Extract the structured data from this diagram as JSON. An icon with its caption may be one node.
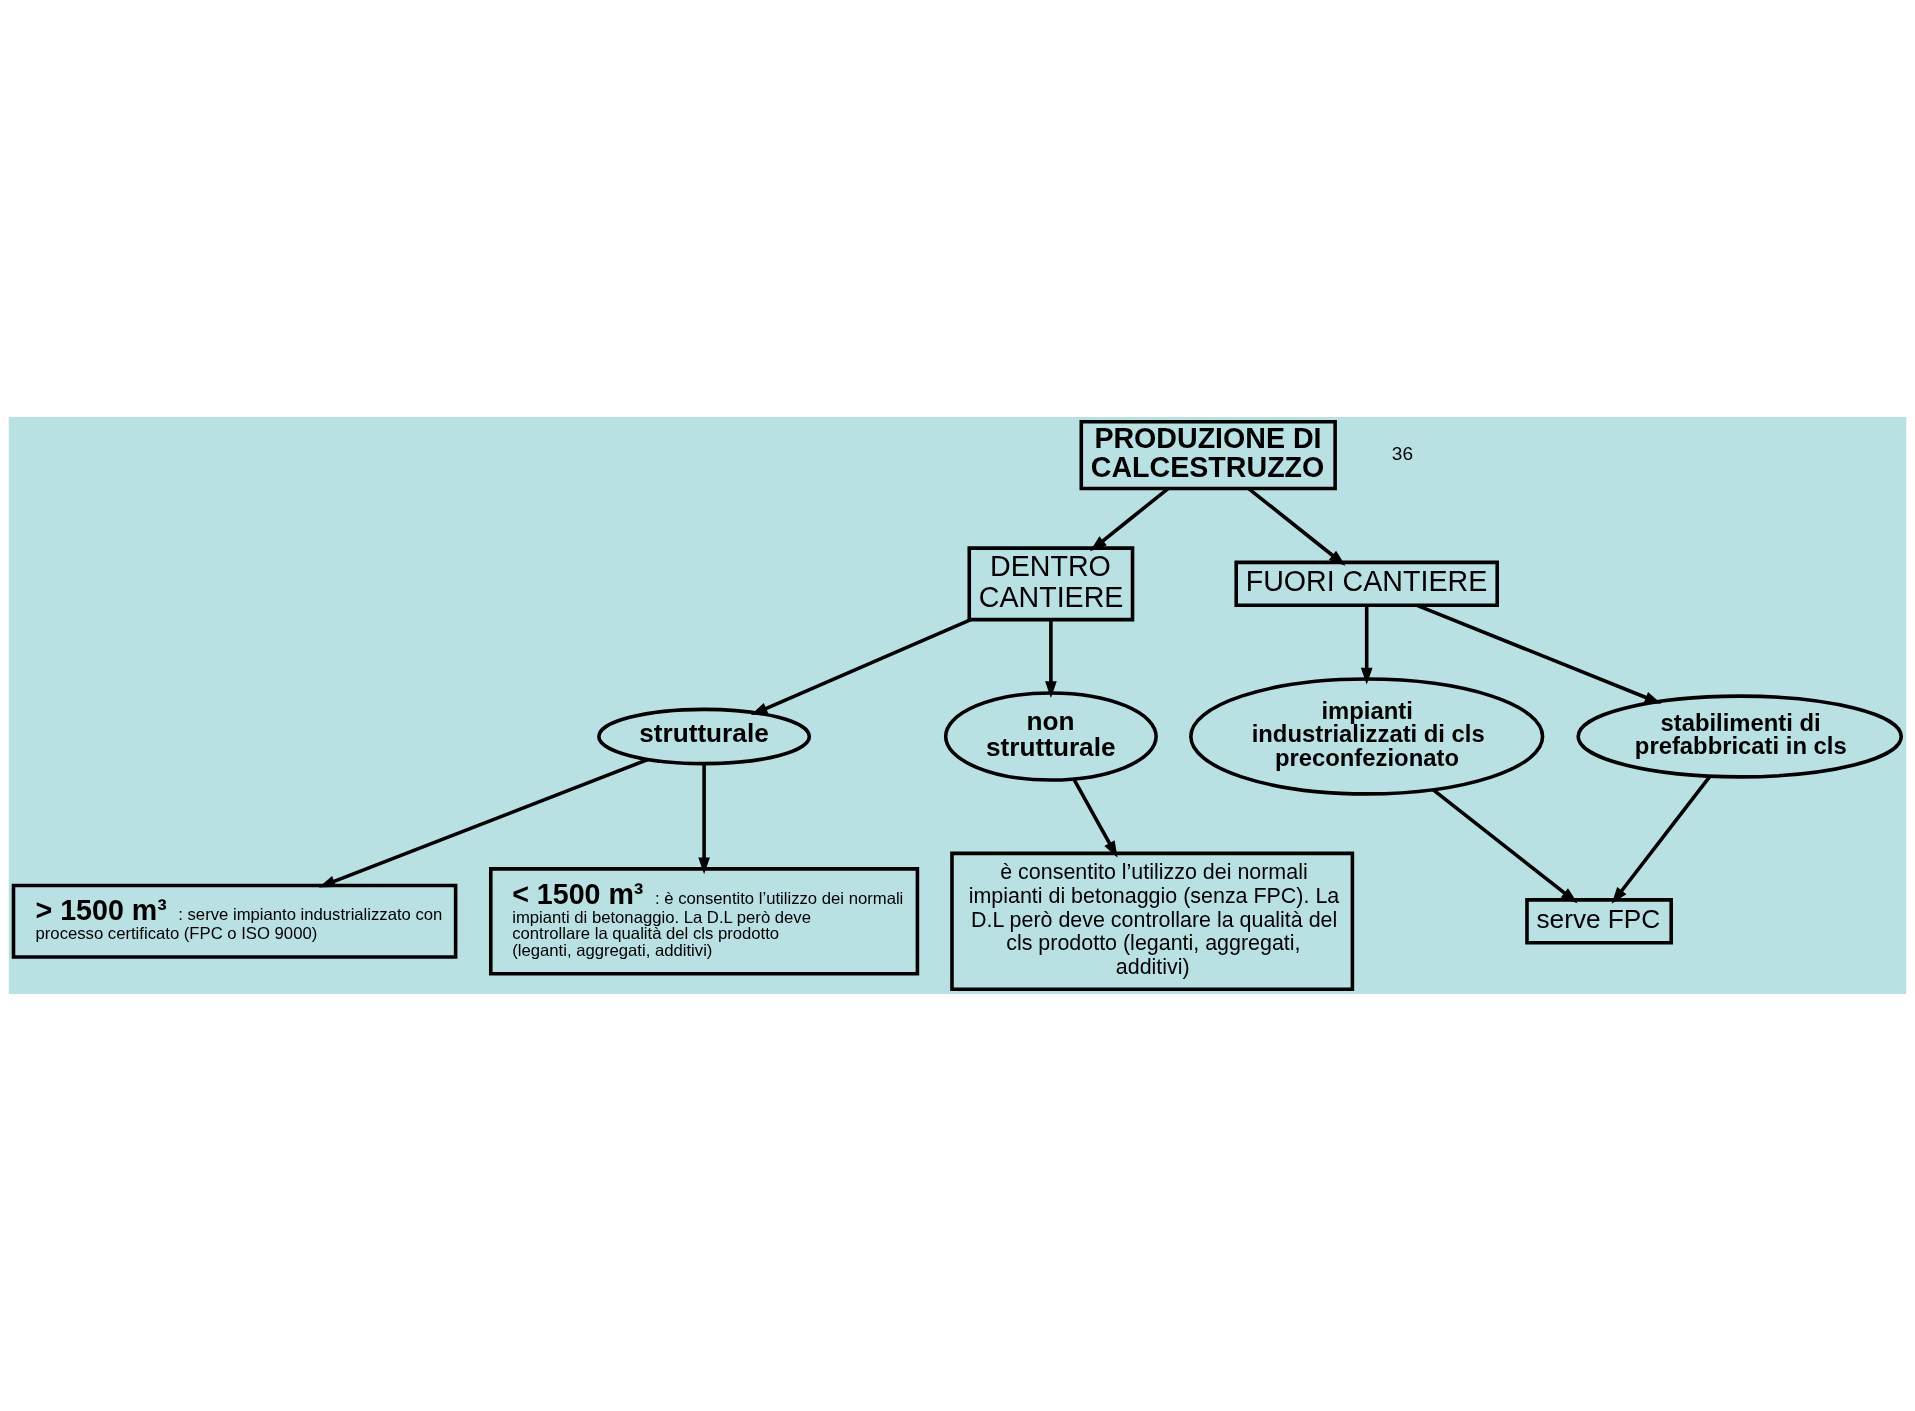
{
  "diagram": {
    "nodes": [
      {
        "text": [
          "PRODUZIONE DI CALCESTRUZZO"
        ]
      },
      {
        "text": [
          "DENTRO CANTIERE"
        ]
      },
      {
        "text": [
          "FUORI CANTIERE"
        ]
      },
      {
        "text": [
          "strutturale"
        ]
      },
      {
        "text": [
          "non strutturale"
        ]
      },
      {
        "text": [
          "impianti industrializzati di cls preconfezionato"
        ]
      },
      {
        "text": [
          "stabilimenti di prefabbricati in cls"
        ]
      },
      {
        "text": [
          "serve FPC"
        ]
      },
      {
        "text": [
          "è consentito l’utilizzo dei normali impianti di betonaggio (senza FPC). La D.L però deve controllare la qualità del cls prodotto (leganti, aggregati, additivi)"
        ]
      },
      {
        "text": [
          "> 1500 m³",
          ": serve impianto industrializzato con processo certificato (FPC o ISO 9000)"
        ]
      },
      {
        "text": [
          "< 1500 m³",
          ": è consentito l’utilizzo dei normali impianti di betonaggio. La D.L però deve controllare la qualità del cls prodotto (leganti, aggregati, additivi)"
        ]
      }
    ],
    "edges": [
      {
        "from": 0,
        "to": 1,
        "arrow": "to"
      },
      {
        "from": 0,
        "to": 2,
        "arrow": "to"
      },
      {
        "from": 1,
        "to": 3,
        "arrow": "to"
      },
      {
        "from": 1,
        "to": 4,
        "arrow": "to"
      },
      {
        "from": 2,
        "to": 5,
        "arrow": "to"
      },
      {
        "from": 2,
        "to": 6,
        "arrow": "to"
      },
      {
        "from": 5,
        "to": 7,
        "arrow": "to"
      },
      {
        "from": 6,
        "to": 7,
        "arrow": "to"
      },
      {
        "from": 4,
        "to": 8,
        "arrow": "to"
      },
      {
        "from": 3,
        "to": 9,
        "arrow": "to"
      },
      {
        "from": 3,
        "to": 10,
        "arrow": "to"
      }
    ],
    "labels": [
      "36"
    ]
  }
}
